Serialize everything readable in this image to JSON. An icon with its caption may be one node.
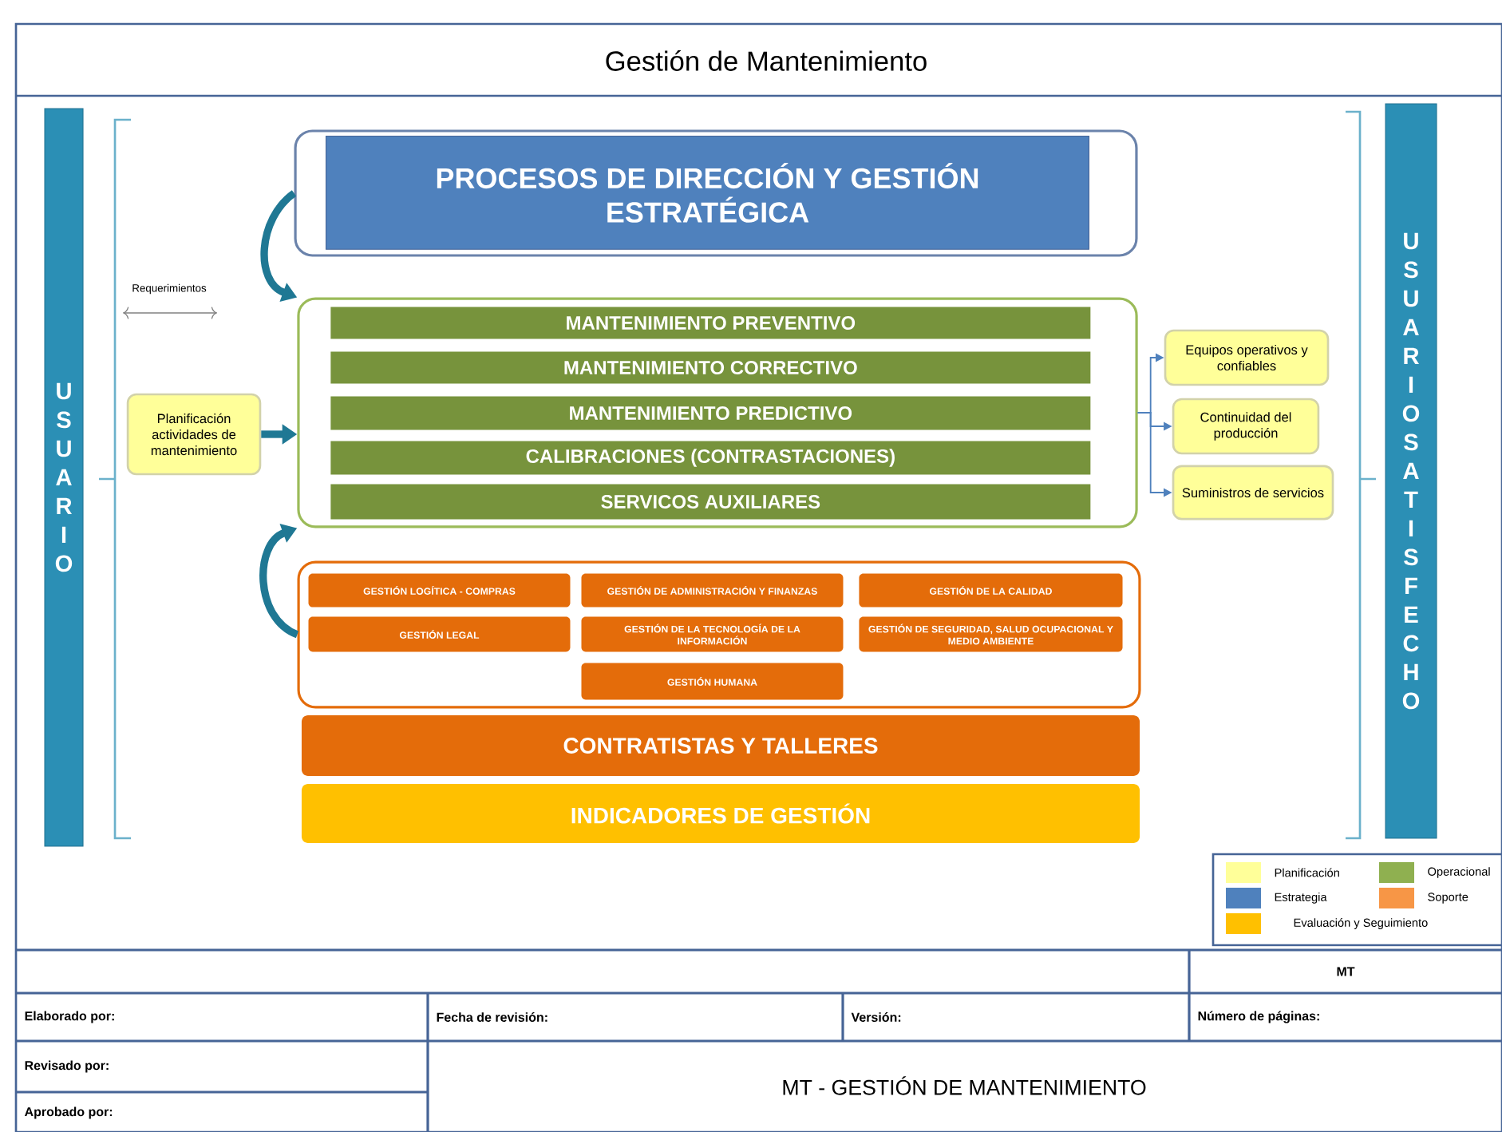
{
  "diagram": {
    "title": "Gestión de Mantenimiento",
    "nodes": [
      {
        "text": [
          "U S U A R I O"
        ]
      },
      {
        "text": [
          "U S U A R I O S A T I S F E C H O"
        ]
      },
      {
        "text": [],
        "shape": "box"
      },
      {
        "text": [
          "PROCESOS DE DIRECCIÓN Y GESTIÓN ESTRATÉGICA"
        ],
        "in": 2
      },
      {
        "text": [],
        "shape": "box"
      },
      {
        "text": [
          "MANTENIMIENTO PREVENTIVO"
        ],
        "in": 4
      },
      {
        "text": [
          "MANTENIMIENTO CORRECTIVO"
        ],
        "in": 4
      },
      {
        "text": [
          "MANTENIMIENTO PREDICTIVO"
        ],
        "in": 4
      },
      {
        "text": [
          "CALIBRACIONES (CONTRASTACIONES)"
        ],
        "in": 4
      },
      {
        "text": [
          "SERVICOS AUXILIARES"
        ],
        "in": 4
      },
      {
        "text": [
          "Planificación actividades de mantenimiento"
        ]
      },
      {
        "text": [
          "Equipos operativos y confiables"
        ]
      },
      {
        "text": [
          "Continuidad del producción"
        ]
      },
      {
        "text": [
          "Suministros de servicios"
        ]
      },
      {
        "text": [],
        "shape": "box"
      },
      {
        "text": [
          "GESTIÓN LOGÍTICA - COMPRAS"
        ],
        "in": 14
      },
      {
        "text": [
          "GESTIÓN DE ADMINISTRACIÓN Y FINANZAS"
        ],
        "in": 14
      },
      {
        "text": [
          "GESTIÓN DE LA CALIDAD"
        ],
        "in": 14
      },
      {
        "text": [
          "GESTIÓN LEGAL"
        ],
        "in": 14
      },
      {
        "text": [
          "GESTIÓN DE LA TECNOLOGÍA DE LA INFORMACIÓN"
        ],
        "in": 14
      },
      {
        "text": [
          "GESTIÓN DE SEGURIDAD, SALUD OCUPACIONAL Y MEDIO AMBIENTE"
        ],
        "in": 14
      },
      {
        "text": [
          "GESTIÓN HUMANA"
        ],
        "in": 14
      },
      {
        "text": [
          "CONTRATISTAS Y TALLERES"
        ]
      },
      {
        "text": [
          "INDICADORES DE GESTIÓN"
        ]
      }
    ],
    "edges": [
      {
        "from": 2,
        "to": 4,
        "arrow": "to",
        "style": "thick"
      },
      {
        "from": 14,
        "to": 4,
        "arrow": "to",
        "style": "thick"
      },
      {
        "from": 10,
        "to": 4,
        "arrow": "to",
        "style": "thick"
      },
      {
        "from": 4,
        "to": 11,
        "arrow": "to",
        "color": "#4f81bd"
      },
      {
        "from": 4,
        "to": 12,
        "arrow": "to",
        "color": "#4f81bd"
      },
      {
        "from": 4,
        "to": 13,
        "arrow": "to",
        "color": "#4f81bd"
      }
    ],
    "labels": [
      "Requerimientos",
      "MT",
      "Elaborado por:",
      "Fecha de revisión:",
      "Versión:",
      "Número de páginas:",
      "Revisado por:",
      "MT - GESTIÓN DE MANTENIMIENTO",
      "Aprobado por:"
    ],
    "legend": [
      {
        "text": "Planificación",
        "color": "#ffff99"
      },
      {
        "text": "Operacional",
        "color": "#8fb050"
      },
      {
        "text": "Estrategia",
        "color": "#4f81bd"
      },
      {
        "text": "Soporte",
        "color": "#f79646"
      },
      {
        "text": "Evaluación y Seguimiento",
        "color": "#ffc000"
      }
    ]
  }
}
